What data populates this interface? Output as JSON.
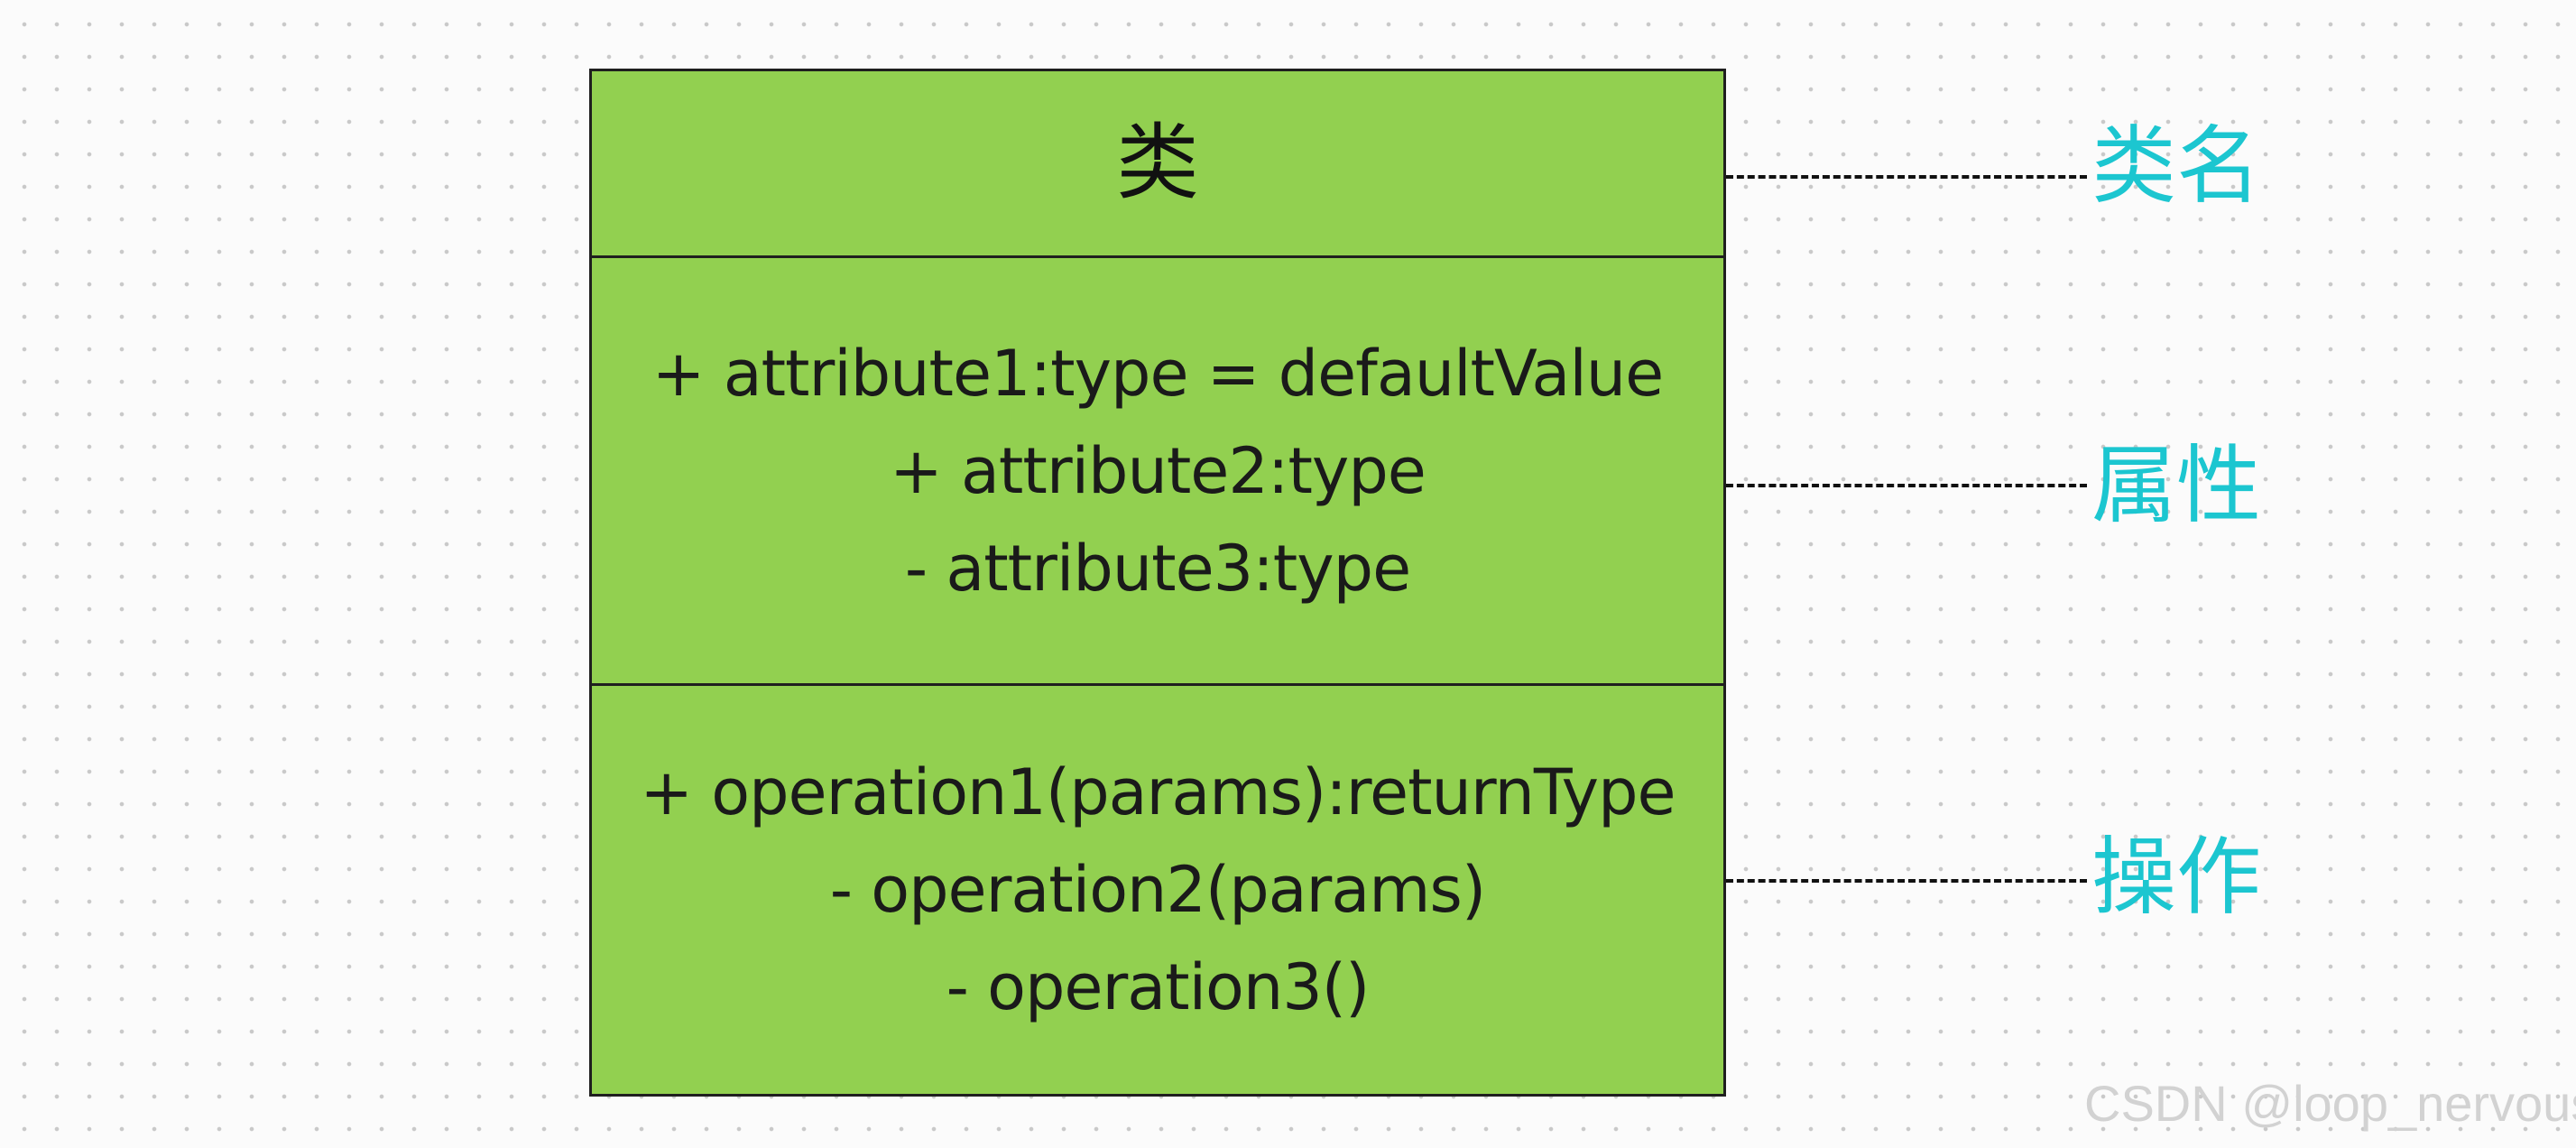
{
  "class_box": {
    "name": "类",
    "attributes": [
      "+ attribute1:type = defaultValue",
      "+ attribute2:type",
      "- attribute3:type"
    ],
    "operations": [
      "+ operation1(params):returnType",
      "- operation2(params)",
      "- operation3()"
    ],
    "fill_color": "#92d050"
  },
  "annotations": {
    "class_name_label": "类名",
    "attributes_label": "属性",
    "operations_label": "操作",
    "label_color": "#1cc6d0"
  },
  "watermark": "CSDN @loop_nervous"
}
